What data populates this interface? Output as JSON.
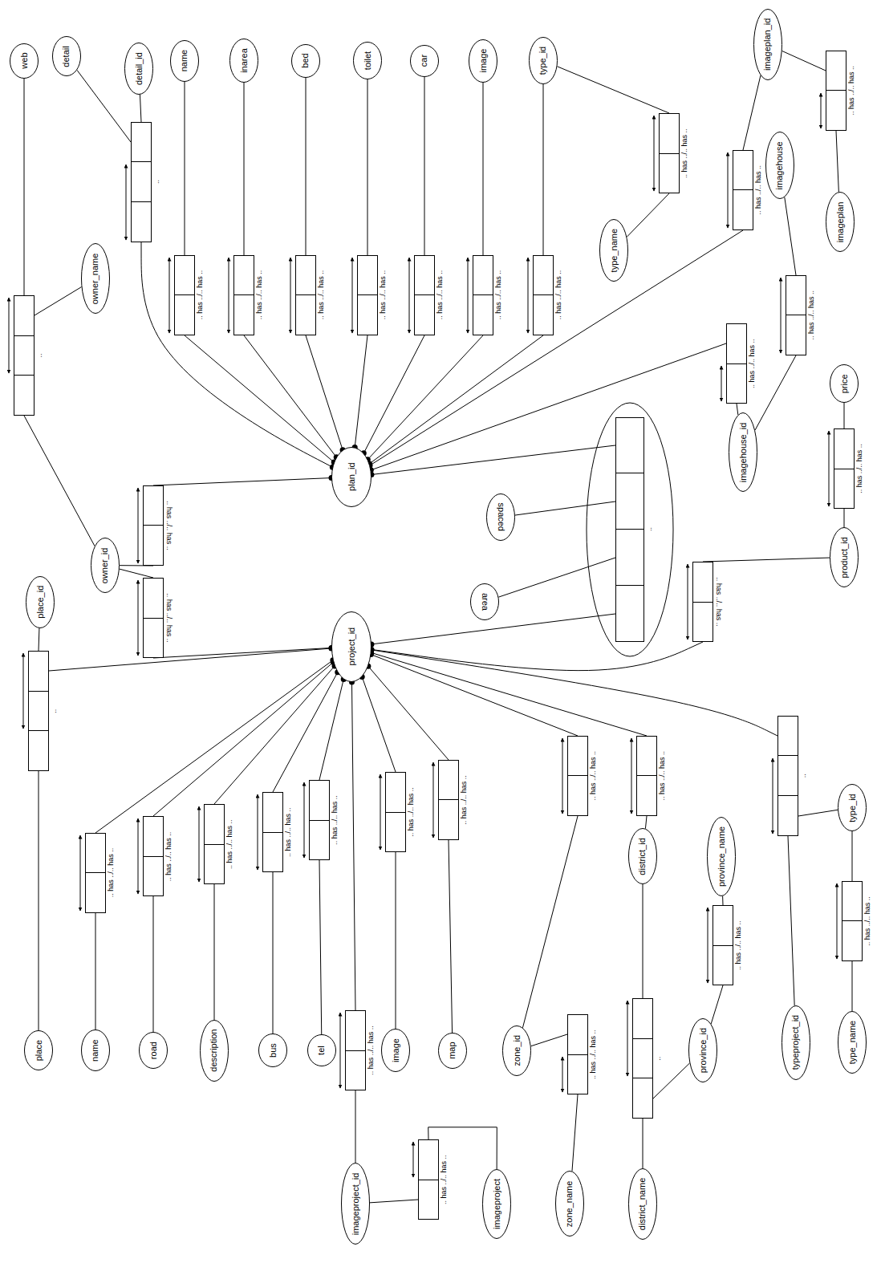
{
  "diagram": {
    "nodes": [
      {
        "text": [
          "web"
        ]
      },
      {
        "text": [
          "detail"
        ]
      },
      {
        "text": [
          "detail_id"
        ]
      },
      {
        "text": [
          "name"
        ]
      },
      {
        "text": [
          "inarea"
        ]
      },
      {
        "text": [
          "bed"
        ]
      },
      {
        "text": [
          "toilet"
        ]
      },
      {
        "text": [
          "car"
        ]
      },
      {
        "text": [
          "image"
        ]
      },
      {
        "text": [
          "type_id"
        ]
      },
      {
        "text": [
          "imageplan_id"
        ]
      },
      {
        "text": [
          ".."
        ]
      },
      {
        "text": [
          ".. has ../.. has .."
        ]
      },
      {
        "text": [
          "imagehouse"
        ]
      },
      {
        "text": [
          ".. has ../.. has .."
        ]
      },
      {
        "text": [
          ".. has ../.. has .."
        ]
      },
      {
        "text": [
          "owner_name"
        ]
      },
      {
        "text": [
          ".."
        ]
      },
      {
        "text": [
          ".. has ../.. has .."
        ]
      },
      {
        "text": [
          ".. has ../.. has .."
        ]
      },
      {
        "text": [
          ".. has ../.. has .."
        ]
      },
      {
        "text": [
          ".. has ../.. has .."
        ]
      },
      {
        "text": [
          ".. has ../.. has .."
        ]
      },
      {
        "text": [
          ".. has ../.. has .."
        ]
      },
      {
        "text": [
          ".. has ../.. has .."
        ]
      },
      {
        "text": [
          "type_name"
        ]
      },
      {
        "text": [
          "imageplan"
        ]
      },
      {
        "text": [
          ".. has ../.. has .."
        ]
      },
      {
        "text": [
          ".. has ../.. has .."
        ]
      },
      {
        "text": [
          "price"
        ]
      },
      {
        "text": [
          "imagehouse_id"
        ]
      },
      {
        "text": [
          "plan_id"
        ]
      },
      {
        "text": [
          ".. has ../.. has .."
        ]
      },
      {
        "text": [
          "spaced"
        ]
      },
      {
        "text": [
          "area"
        ]
      },
      {
        "text": [
          ".."
        ]
      },
      {
        "text": [
          ".. has ../.. has .."
        ]
      },
      {
        "text": [
          "owner_id"
        ]
      },
      {
        "text": [
          "place_id"
        ]
      },
      {
        "text": [
          ".. has ../.. has .."
        ]
      },
      {
        "text": [
          "project_id"
        ]
      },
      {
        "text": [
          ".. has ../.. has .."
        ]
      },
      {
        "text": [
          "product_id"
        ]
      },
      {
        "text": [
          ".."
        ]
      },
      {
        "text": [
          ".. has ../.. has .."
        ]
      },
      {
        "text": [
          ".. has ../.. has .."
        ]
      },
      {
        "text": [
          ".. has ../.. has .."
        ]
      },
      {
        "text": [
          ".. has ../.. has .."
        ]
      },
      {
        "text": [
          ".. has ../.. has .."
        ]
      },
      {
        "text": [
          ".. has ../.. has .."
        ]
      },
      {
        "text": [
          ".. has ../.. has .."
        ]
      },
      {
        "text": [
          ".. has ../.. has .."
        ]
      },
      {
        "text": [
          ".. has ../.. has .."
        ]
      },
      {
        "text": [
          ".."
        ]
      },
      {
        "text": [
          "type_id"
        ]
      },
      {
        "text": [
          "district_id"
        ]
      },
      {
        "text": [
          "province_name"
        ]
      },
      {
        "text": [
          ".. has ../.. has .."
        ]
      },
      {
        "text": [
          ".. has ../.. has .."
        ]
      },
      {
        "text": [
          "place"
        ]
      },
      {
        "text": [
          "name"
        ]
      },
      {
        "text": [
          "road"
        ]
      },
      {
        "text": [
          "description"
        ]
      },
      {
        "text": [
          "bus"
        ]
      },
      {
        "text": [
          "tel"
        ]
      },
      {
        "text": [
          "image"
        ]
      },
      {
        "text": [
          "map"
        ]
      },
      {
        "text": [
          "zone_id"
        ]
      },
      {
        "text": [
          ".. has ../.. has .."
        ]
      },
      {
        "text": [
          ".. has ../.. has .."
        ]
      },
      {
        "text": [
          ".."
        ]
      },
      {
        "text": [
          "province_id"
        ]
      },
      {
        "text": [
          "typeproject_id"
        ]
      },
      {
        "text": [
          "type_name"
        ]
      },
      {
        "text": [
          ".. has ../.. has .."
        ]
      },
      {
        "text": [
          "imageproject_id"
        ]
      },
      {
        "text": [
          "imageproject"
        ]
      },
      {
        "text": [
          "zone_name"
        ]
      },
      {
        "text": [
          "district_name"
        ]
      }
    ],
    "edges": [
      {
        "from": 0,
        "to": 17,
        "arrow": "none"
      },
      {
        "from": 16,
        "to": 17,
        "arrow": "none"
      },
      {
        "from": 37,
        "to": 17,
        "arrow": "none"
      },
      {
        "from": 1,
        "to": 11,
        "arrow": "none"
      },
      {
        "from": 2,
        "to": 11,
        "arrow": "none"
      },
      {
        "from": 31,
        "to": 11,
        "arrow": "none"
      },
      {
        "from": 3,
        "to": 18,
        "arrow": "none"
      },
      {
        "from": 31,
        "to": 18,
        "arrow": "none"
      },
      {
        "from": 4,
        "to": 19,
        "arrow": "none"
      },
      {
        "from": 31,
        "to": 19,
        "arrow": "none"
      },
      {
        "from": 5,
        "to": 20,
        "arrow": "none"
      },
      {
        "from": 31,
        "to": 20,
        "arrow": "none"
      },
      {
        "from": 6,
        "to": 21,
        "arrow": "none"
      },
      {
        "from": 31,
        "to": 21,
        "arrow": "none"
      },
      {
        "from": 7,
        "to": 22,
        "arrow": "none"
      },
      {
        "from": 31,
        "to": 22,
        "arrow": "none"
      },
      {
        "from": 8,
        "to": 23,
        "arrow": "none"
      },
      {
        "from": 31,
        "to": 23,
        "arrow": "none"
      },
      {
        "from": 9,
        "to": 24,
        "arrow": "none"
      },
      {
        "from": 31,
        "to": 24,
        "arrow": "none"
      },
      {
        "from": 9,
        "to": 12,
        "arrow": "none"
      },
      {
        "from": 25,
        "to": 12,
        "arrow": "none"
      },
      {
        "from": 10,
        "to": 15,
        "arrow": "none"
      },
      {
        "from": 10,
        "to": 14,
        "arrow": "none"
      },
      {
        "from": 26,
        "to": 14,
        "arrow": "none"
      },
      {
        "from": 31,
        "to": 15,
        "arrow": "none"
      },
      {
        "from": 13,
        "to": 27,
        "arrow": "none"
      },
      {
        "from": 30,
        "to": 27,
        "arrow": "none"
      },
      {
        "from": 30,
        "to": 28,
        "arrow": "none"
      },
      {
        "from": 31,
        "to": 28,
        "arrow": "none"
      },
      {
        "from": 29,
        "to": 36,
        "arrow": "none"
      },
      {
        "from": 42,
        "to": 36,
        "arrow": "none"
      },
      {
        "from": 42,
        "to": 41,
        "arrow": "none"
      },
      {
        "from": 40,
        "to": 41,
        "arrow": "none"
      },
      {
        "from": 33,
        "to": 35,
        "arrow": "none"
      },
      {
        "from": 34,
        "to": 35,
        "arrow": "none"
      },
      {
        "from": 31,
        "to": 35,
        "arrow": "none"
      },
      {
        "from": 40,
        "to": 35,
        "arrow": "none"
      },
      {
        "from": 37,
        "to": 32,
        "arrow": "none"
      },
      {
        "from": 31,
        "to": 32,
        "arrow": "none"
      },
      {
        "from": 37,
        "to": 39,
        "arrow": "none"
      },
      {
        "from": 40,
        "to": 39,
        "arrow": "none"
      },
      {
        "from": 38,
        "to": 43,
        "arrow": "none"
      },
      {
        "from": 40,
        "to": 43,
        "arrow": "none"
      },
      {
        "from": 59,
        "to": 43,
        "arrow": "none"
      },
      {
        "from": 40,
        "to": 44,
        "arrow": "none"
      },
      {
        "from": 40,
        "to": 45,
        "arrow": "none"
      },
      {
        "from": 40,
        "to": 46,
        "arrow": "none"
      },
      {
        "from": 40,
        "to": 47,
        "arrow": "none"
      },
      {
        "from": 40,
        "to": 48,
        "arrow": "none"
      },
      {
        "from": 40,
        "to": 49,
        "arrow": "none"
      },
      {
        "from": 40,
        "to": 50,
        "arrow": "none"
      },
      {
        "from": 60,
        "to": 44,
        "arrow": "none"
      },
      {
        "from": 61,
        "to": 45,
        "arrow": "none"
      },
      {
        "from": 62,
        "to": 46,
        "arrow": "none"
      },
      {
        "from": 63,
        "to": 47,
        "arrow": "none"
      },
      {
        "from": 64,
        "to": 48,
        "arrow": "none"
      },
      {
        "from": 65,
        "to": 49,
        "arrow": "none"
      },
      {
        "from": 66,
        "to": 50,
        "arrow": "none"
      },
      {
        "from": 40,
        "to": 51,
        "arrow": "none"
      },
      {
        "from": 40,
        "to": 52,
        "arrow": "none"
      },
      {
        "from": 67,
        "to": 51,
        "arrow": "none"
      },
      {
        "from": 55,
        "to": 52,
        "arrow": "none"
      },
      {
        "from": 40,
        "to": 53,
        "arrow": "none"
      },
      {
        "from": 72,
        "to": 53,
        "arrow": "none"
      },
      {
        "from": 54,
        "to": 53,
        "arrow": "none"
      },
      {
        "from": 54,
        "to": 57,
        "arrow": "none"
      },
      {
        "from": 73,
        "to": 57,
        "arrow": "none"
      },
      {
        "from": 56,
        "to": 58,
        "arrow": "none"
      },
      {
        "from": 71,
        "to": 58,
        "arrow": "none"
      },
      {
        "from": 40,
        "to": 68,
        "arrow": "none"
      },
      {
        "from": 75,
        "to": 68,
        "arrow": "none"
      },
      {
        "from": 75,
        "to": 74,
        "arrow": "none"
      },
      {
        "from": 76,
        "to": 74,
        "arrow": "none"
      },
      {
        "from": 67,
        "to": 69,
        "arrow": "none"
      },
      {
        "from": 77,
        "to": 69,
        "arrow": "none"
      },
      {
        "from": 55,
        "to": 70,
        "arrow": "none"
      },
      {
        "from": 78,
        "to": 70,
        "arrow": "none"
      },
      {
        "from": 71,
        "to": 70,
        "arrow": "none"
      }
    ]
  }
}
